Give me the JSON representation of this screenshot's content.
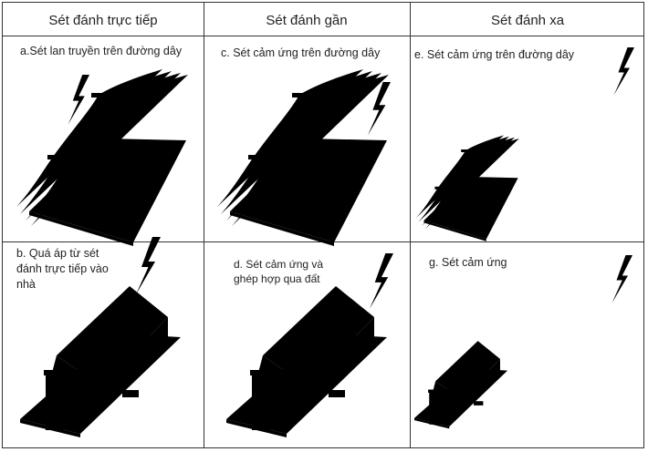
{
  "headers": {
    "col1": "Sét đánh trực tiếp",
    "col2": "Sét đánh gần",
    "col3": "Sét đánh xa"
  },
  "captions": {
    "a": "a.Sét lan truyền trên đường dây",
    "b_line1": "b. Quá áp từ sét",
    "b_line2": "đánh trực tiếp vào",
    "b_line3": "nhà",
    "c": "c. Sét cảm ứng trên đường dây",
    "d_line1": "d. Sét cảm ứng và",
    "d_line2": "ghép hợp qua đất",
    "e": "e. Sét cảm ứng trên đường dây",
    "g": "g. Sét cảm ứng"
  }
}
